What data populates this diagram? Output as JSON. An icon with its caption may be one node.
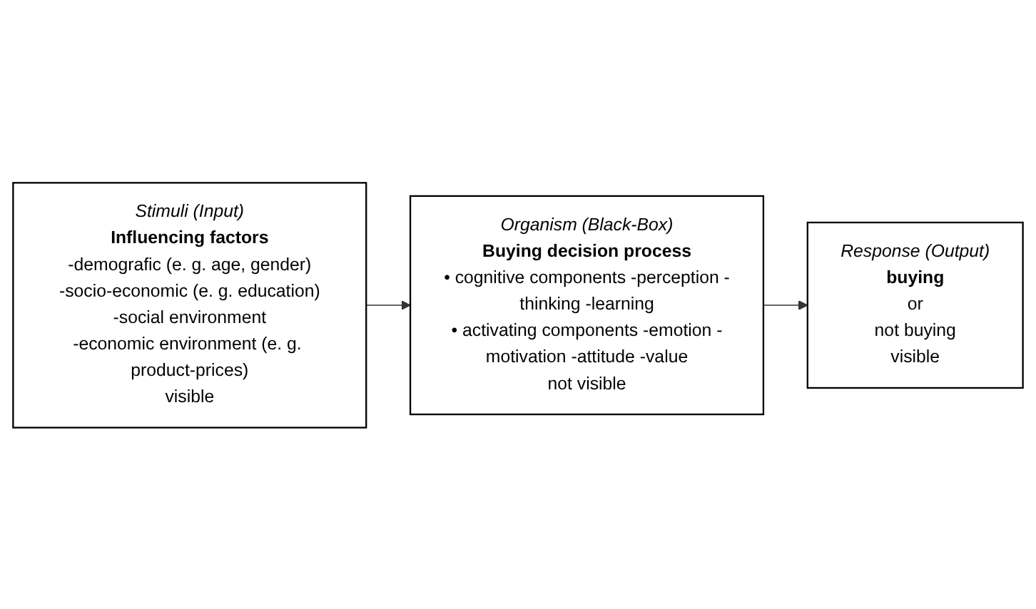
{
  "diagram": {
    "nodes": [
      {
        "text": [
          "Stimuli (Input)",
          "Influencing factors",
          "-demografic (e. g. age, gender)",
          "-socio-economic (e. g. education)",
          "-social environment",
          "-economic environment (e. g. product-prices)",
          "visible"
        ]
      },
      {
        "text": [
          "Organism (Black-Box)",
          "Buying decision process",
          "• cognitive components -perception -thinking -learning",
          "• activating components -emotion -motivation -attitude -value",
          "not visible"
        ]
      },
      {
        "text": [
          "Response (Output)",
          "buying",
          "or",
          "not buying",
          "visible"
        ]
      }
    ],
    "edges": [
      {
        "from": 0,
        "to": 1,
        "arrow": "to"
      },
      {
        "from": 1,
        "to": 2,
        "arrow": "to"
      }
    ]
  }
}
